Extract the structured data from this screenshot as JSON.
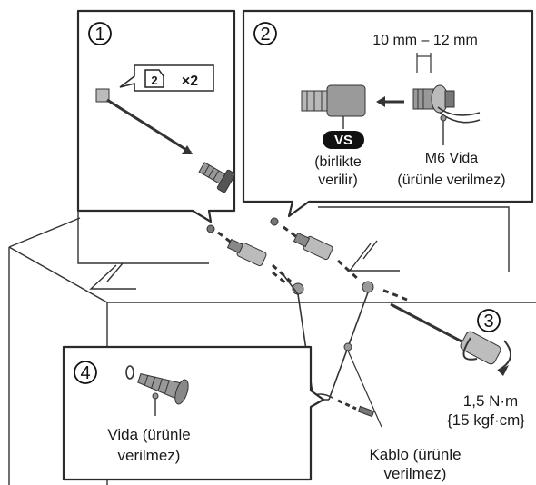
{
  "panel1": {
    "step": "1",
    "icon_number": "2",
    "quantity": "×2"
  },
  "panel2": {
    "step": "2",
    "measurement": "10 mm – 12 mm",
    "vs_badge": "VS",
    "vs_note_line1": "(birlikte",
    "vs_note_line2": "verilir)",
    "screw_name": "M6 Vida",
    "screw_note": "(ürünle verilmez)"
  },
  "step3": {
    "step": "3",
    "torque_line1": "1,5 N·m",
    "torque_line2": "{15 kgf·cm}"
  },
  "panel4": {
    "step": "4",
    "label_line1": "Vida (ürünle",
    "label_line2": "verilmez)"
  },
  "cable": {
    "label_line1": "Kablo (ürünle",
    "label_line2": "verilmez)"
  },
  "colors": {
    "panel_border": "#2b2b2b",
    "stroke": "#333333",
    "fill_grey": "#9a9a9a",
    "dark": "#111111"
  }
}
